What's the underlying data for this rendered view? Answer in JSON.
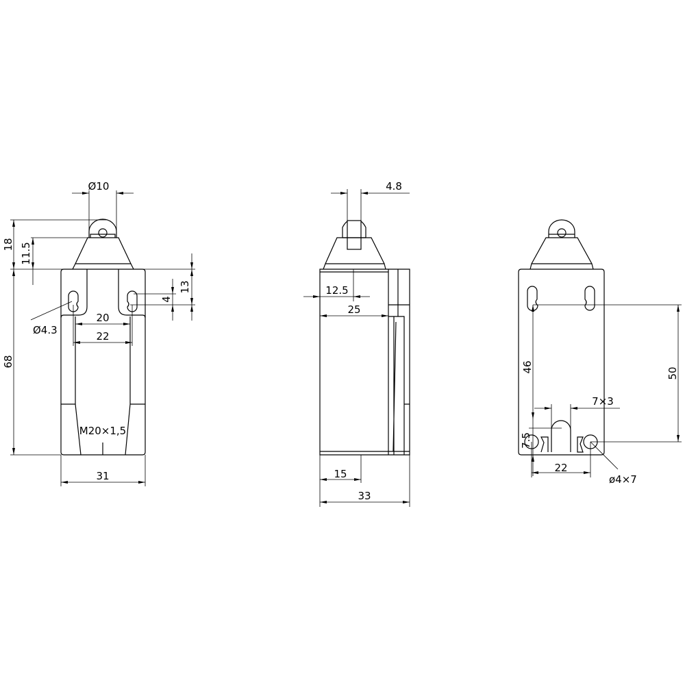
{
  "front_view": {
    "roller_diameter": "Ø10",
    "total_actuator_height": "18",
    "actuator_height": "11.5",
    "body_height": "68",
    "hole_offset": "13",
    "slot_length": "4",
    "hole_diameter": "Ø4.3",
    "hole_spacing_inner": "20",
    "hole_spacing_outer": "22",
    "thread": "M20×1,5",
    "body_width": "31"
  },
  "side_view": {
    "roller_width": "4.8",
    "actuator_offset": "12.5",
    "front_depth": "25",
    "conduit_offset": "15",
    "body_depth": "33"
  },
  "rear_view": {
    "hole_vertical_spacing": "50",
    "slot_spacing": "46",
    "slot_size": "7×3",
    "bottom_offset": "7.5",
    "bottom_hole_spacing": "22",
    "bottom_hole": "ø4×7"
  },
  "colors": {
    "line": "#000000",
    "background": "#ffffff"
  }
}
